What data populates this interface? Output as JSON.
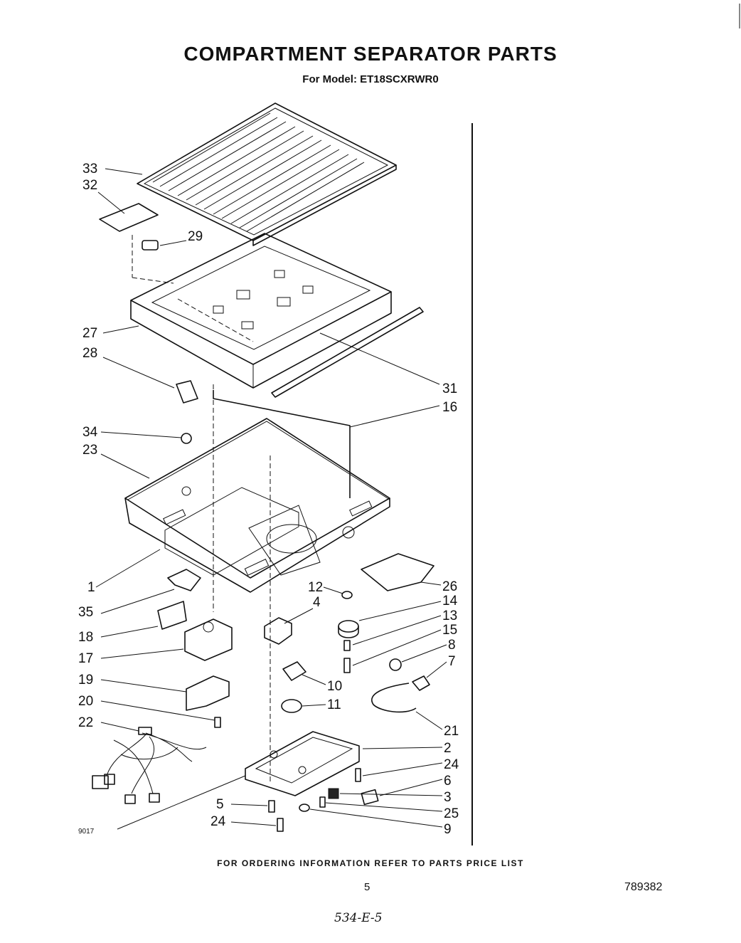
{
  "header": {
    "title": "COMPARTMENT SEPARATOR PARTS",
    "model_line": "For Model: ET18SCXRWR0"
  },
  "callouts": [
    {
      "num": "33"
    },
    {
      "num": "32"
    },
    {
      "num": "29"
    },
    {
      "num": "27"
    },
    {
      "num": "28"
    },
    {
      "num": "31"
    },
    {
      "num": "16"
    },
    {
      "num": "34"
    },
    {
      "num": "23"
    },
    {
      "num": "1"
    },
    {
      "num": "35"
    },
    {
      "num": "18"
    },
    {
      "num": "17"
    },
    {
      "num": "19"
    },
    {
      "num": "20"
    },
    {
      "num": "22"
    },
    {
      "num": "12"
    },
    {
      "num": "4"
    },
    {
      "num": "26"
    },
    {
      "num": "14"
    },
    {
      "num": "13"
    },
    {
      "num": "15"
    },
    {
      "num": "8"
    },
    {
      "num": "7"
    },
    {
      "num": "10"
    },
    {
      "num": "11"
    },
    {
      "num": "21"
    },
    {
      "num": "2"
    },
    {
      "num": "24"
    },
    {
      "num": "6"
    },
    {
      "num": "3"
    },
    {
      "num": "25"
    },
    {
      "num": "9"
    },
    {
      "num": "5"
    },
    {
      "num": "24"
    }
  ],
  "footer": {
    "ordering_note": "FOR ORDERING INFORMATION REFER TO PARTS PRICE LIST",
    "page_number": "5",
    "document_number": "789382",
    "drawing_code": "9017",
    "handwritten_note": "534-E-5"
  }
}
